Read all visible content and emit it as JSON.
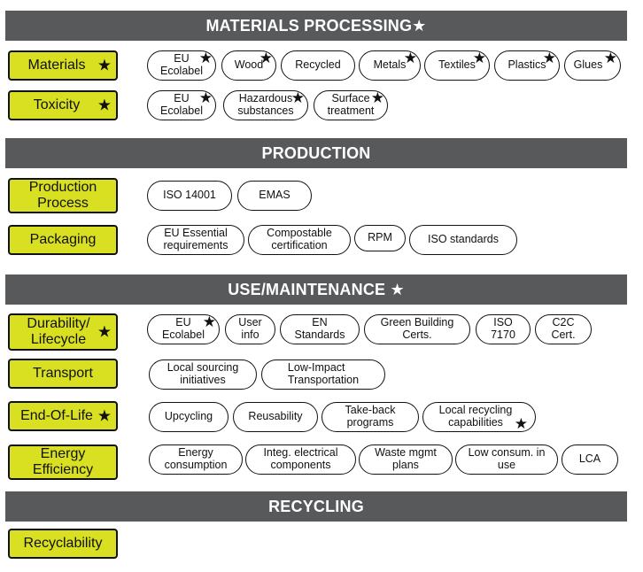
{
  "star": "★",
  "sections": {
    "materials": "MATERIALS PROCESSING",
    "production": "PRODUCTION",
    "use": "USE/MAINTENANCE",
    "recycling": "RECYCLING"
  },
  "categories": {
    "materials": "Materials",
    "toxicity": "Toxicity",
    "production_process": "Production\nProcess",
    "packaging": "Packaging",
    "durability": "Durability/\nLifecycle",
    "transport": "Transport",
    "end_of_life": "End-Of-Life",
    "energy": "Energy\nEfficiency",
    "recyclability": "Recyclability"
  },
  "items": {
    "materials": [
      "EU\nEcolabel",
      "Wood",
      "Recycled",
      "Metals",
      "Textiles",
      "Plastics",
      "Glues"
    ],
    "toxicity": [
      "EU\nEcolabel",
      "Hazardous\nsubstances",
      "Surface\ntreatment"
    ],
    "production_process": [
      "ISO 14001",
      "EMAS"
    ],
    "packaging": [
      "EU Essential\nrequirements",
      "Compostable\ncertification",
      "RPM",
      "ISO standards"
    ],
    "durability": [
      "EU\nEcolabel",
      "User\ninfo",
      "EN\nStandards",
      "Green Building\nCerts.",
      "ISO\n7170",
      "C2C\nCert."
    ],
    "transport": [
      "Local sourcing\ninitiatives",
      "Low-Impact\nTransportation"
    ],
    "end_of_life": [
      "Upcycling",
      "Reusability",
      "Take-back\nprograms",
      "Local recycling\ncapabilities"
    ],
    "energy": [
      "Energy\nconsumption",
      "Integ. electrical\ncomponents",
      "Waste mgmt\nplans",
      "Low consum. in\nuse",
      "LCA"
    ]
  }
}
